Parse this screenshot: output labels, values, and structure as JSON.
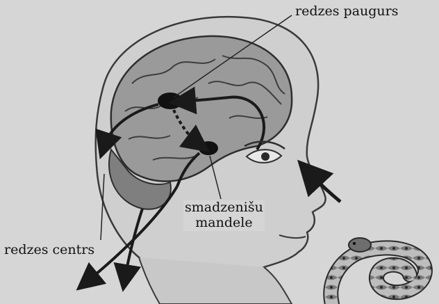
{
  "labels": {
    "visual_thalamus": "redzes paugurs",
    "amygdala_line1": "smadzenišu",
    "amygdala_line2": "mandele",
    "visual_cortex": "redzes centrs"
  },
  "colors": {
    "background": "#d6d6d6",
    "ink": "#111111",
    "skin": "#cfcfcf",
    "brain": "#9a9a9a"
  }
}
